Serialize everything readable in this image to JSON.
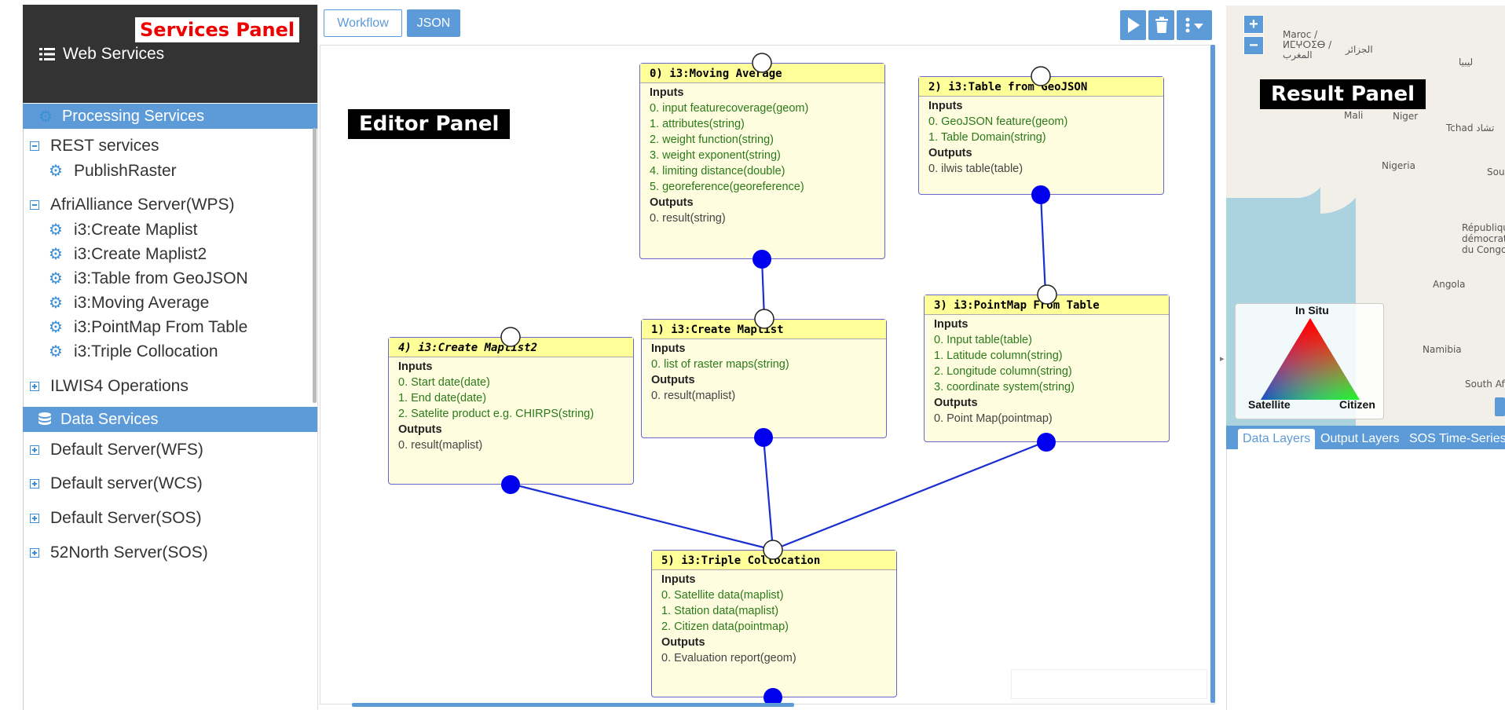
{
  "services_panel": {
    "annotation": "Services Panel",
    "header_title": "Web Services",
    "processing_title": "Processing Services",
    "data_title": "Data Services",
    "rest_group": "REST services",
    "rest_items": [
      "PublishRaster"
    ],
    "wps_group": "AfriAlliance Server(WPS)",
    "wps_items": [
      "i3:Create Maplist",
      "i3:Create Maplist2",
      "i3:Table from GeoJSON",
      "i3:Moving Average",
      "i3:PointMap From Table",
      "i3:Triple Collocation"
    ],
    "ilwis_group": "ILWIS4 Operations",
    "data_groups": [
      "Default Server(WFS)",
      "Default server(WCS)",
      "Default Server(SOS)",
      "52North Server(SOS)"
    ]
  },
  "editor": {
    "annotation": "Editor Panel",
    "tab_workflow": "Workflow",
    "tab_json": "JSON",
    "icons": [
      "play-icon",
      "trash-icon",
      "more-menu-icon"
    ]
  },
  "nodes": [
    {
      "title": "0) i3:Moving Average",
      "inputs_label": "Inputs",
      "inputs": [
        "0. input featurecoverage(geom)",
        "1. attributes(string)",
        "2. weight function(string)",
        "3. weight exponent(string)",
        "4. limiting distance(double)",
        "5. georeference(georeference)"
      ],
      "outputs_label": "Outputs",
      "outputs": [
        "0. result(string)"
      ]
    },
    {
      "title": "1) i3:Create Maplist",
      "inputs_label": "Inputs",
      "inputs": [
        "0. list of raster maps(string)"
      ],
      "outputs_label": "Outputs",
      "outputs": [
        "0. result(maplist)"
      ]
    },
    {
      "title": "2) i3:Table from GeoJSON",
      "inputs_label": "Inputs",
      "inputs": [
        "0. GeoJSON feature(geom)",
        "1. Table Domain(string)"
      ],
      "outputs_label": "Outputs",
      "outputs": [
        "0. ilwis table(table)"
      ]
    },
    {
      "title": "3) i3:PointMap From Table",
      "inputs_label": "Inputs",
      "inputs": [
        "0. Input table(table)",
        "1. Latitude column(string)",
        "2. Longitude column(string)",
        "3. coordinate system(string)"
      ],
      "outputs_label": "Outputs",
      "outputs": [
        "0. Point Map(pointmap)"
      ]
    },
    {
      "title": "4) i3:Create Maplist2",
      "inputs_label": "Inputs",
      "inputs": [
        "0. Start date(date)",
        "1. End date(date)",
        "2. Satelite product e.g. CHIRPS(string)"
      ],
      "outputs_label": "Outputs",
      "outputs": [
        "0. result(maplist)"
      ]
    },
    {
      "title": "5) i3:Triple Collocation",
      "inputs_label": "Inputs",
      "inputs": [
        "0. Satellite data(maplist)",
        "1. Station data(maplist)",
        "2. Citizen data(pointmap)"
      ],
      "outputs_label": "Outputs",
      "outputs": [
        "0. Evaluation report(geom)"
      ]
    }
  ],
  "result_panel": {
    "annotation": "Result Panel",
    "zoom_in": "+",
    "zoom_out": "−",
    "map_labels": [
      "Maroc / ⵍⵎⵖⵔⵉⴱ / المغرب",
      "الجزائر",
      "ليبيا",
      "Mali",
      "Niger",
      "Tchad تشاد",
      "Nigeria",
      "République démocratique du Congo",
      "Angola",
      "Namibia",
      "South Af",
      "Sou"
    ],
    "legend": {
      "top": "In Situ",
      "left": "Satellite",
      "right": "Citizen"
    },
    "tabs": [
      "Data Layers",
      "Output Layers",
      "SOS Time-Series"
    ]
  },
  "colors": {
    "accent": "#5c9bd8",
    "node_fill": "#fffde0",
    "node_title": "#ffff99",
    "port_filled": "#0000ee",
    "link": "#1a2fd0"
  }
}
